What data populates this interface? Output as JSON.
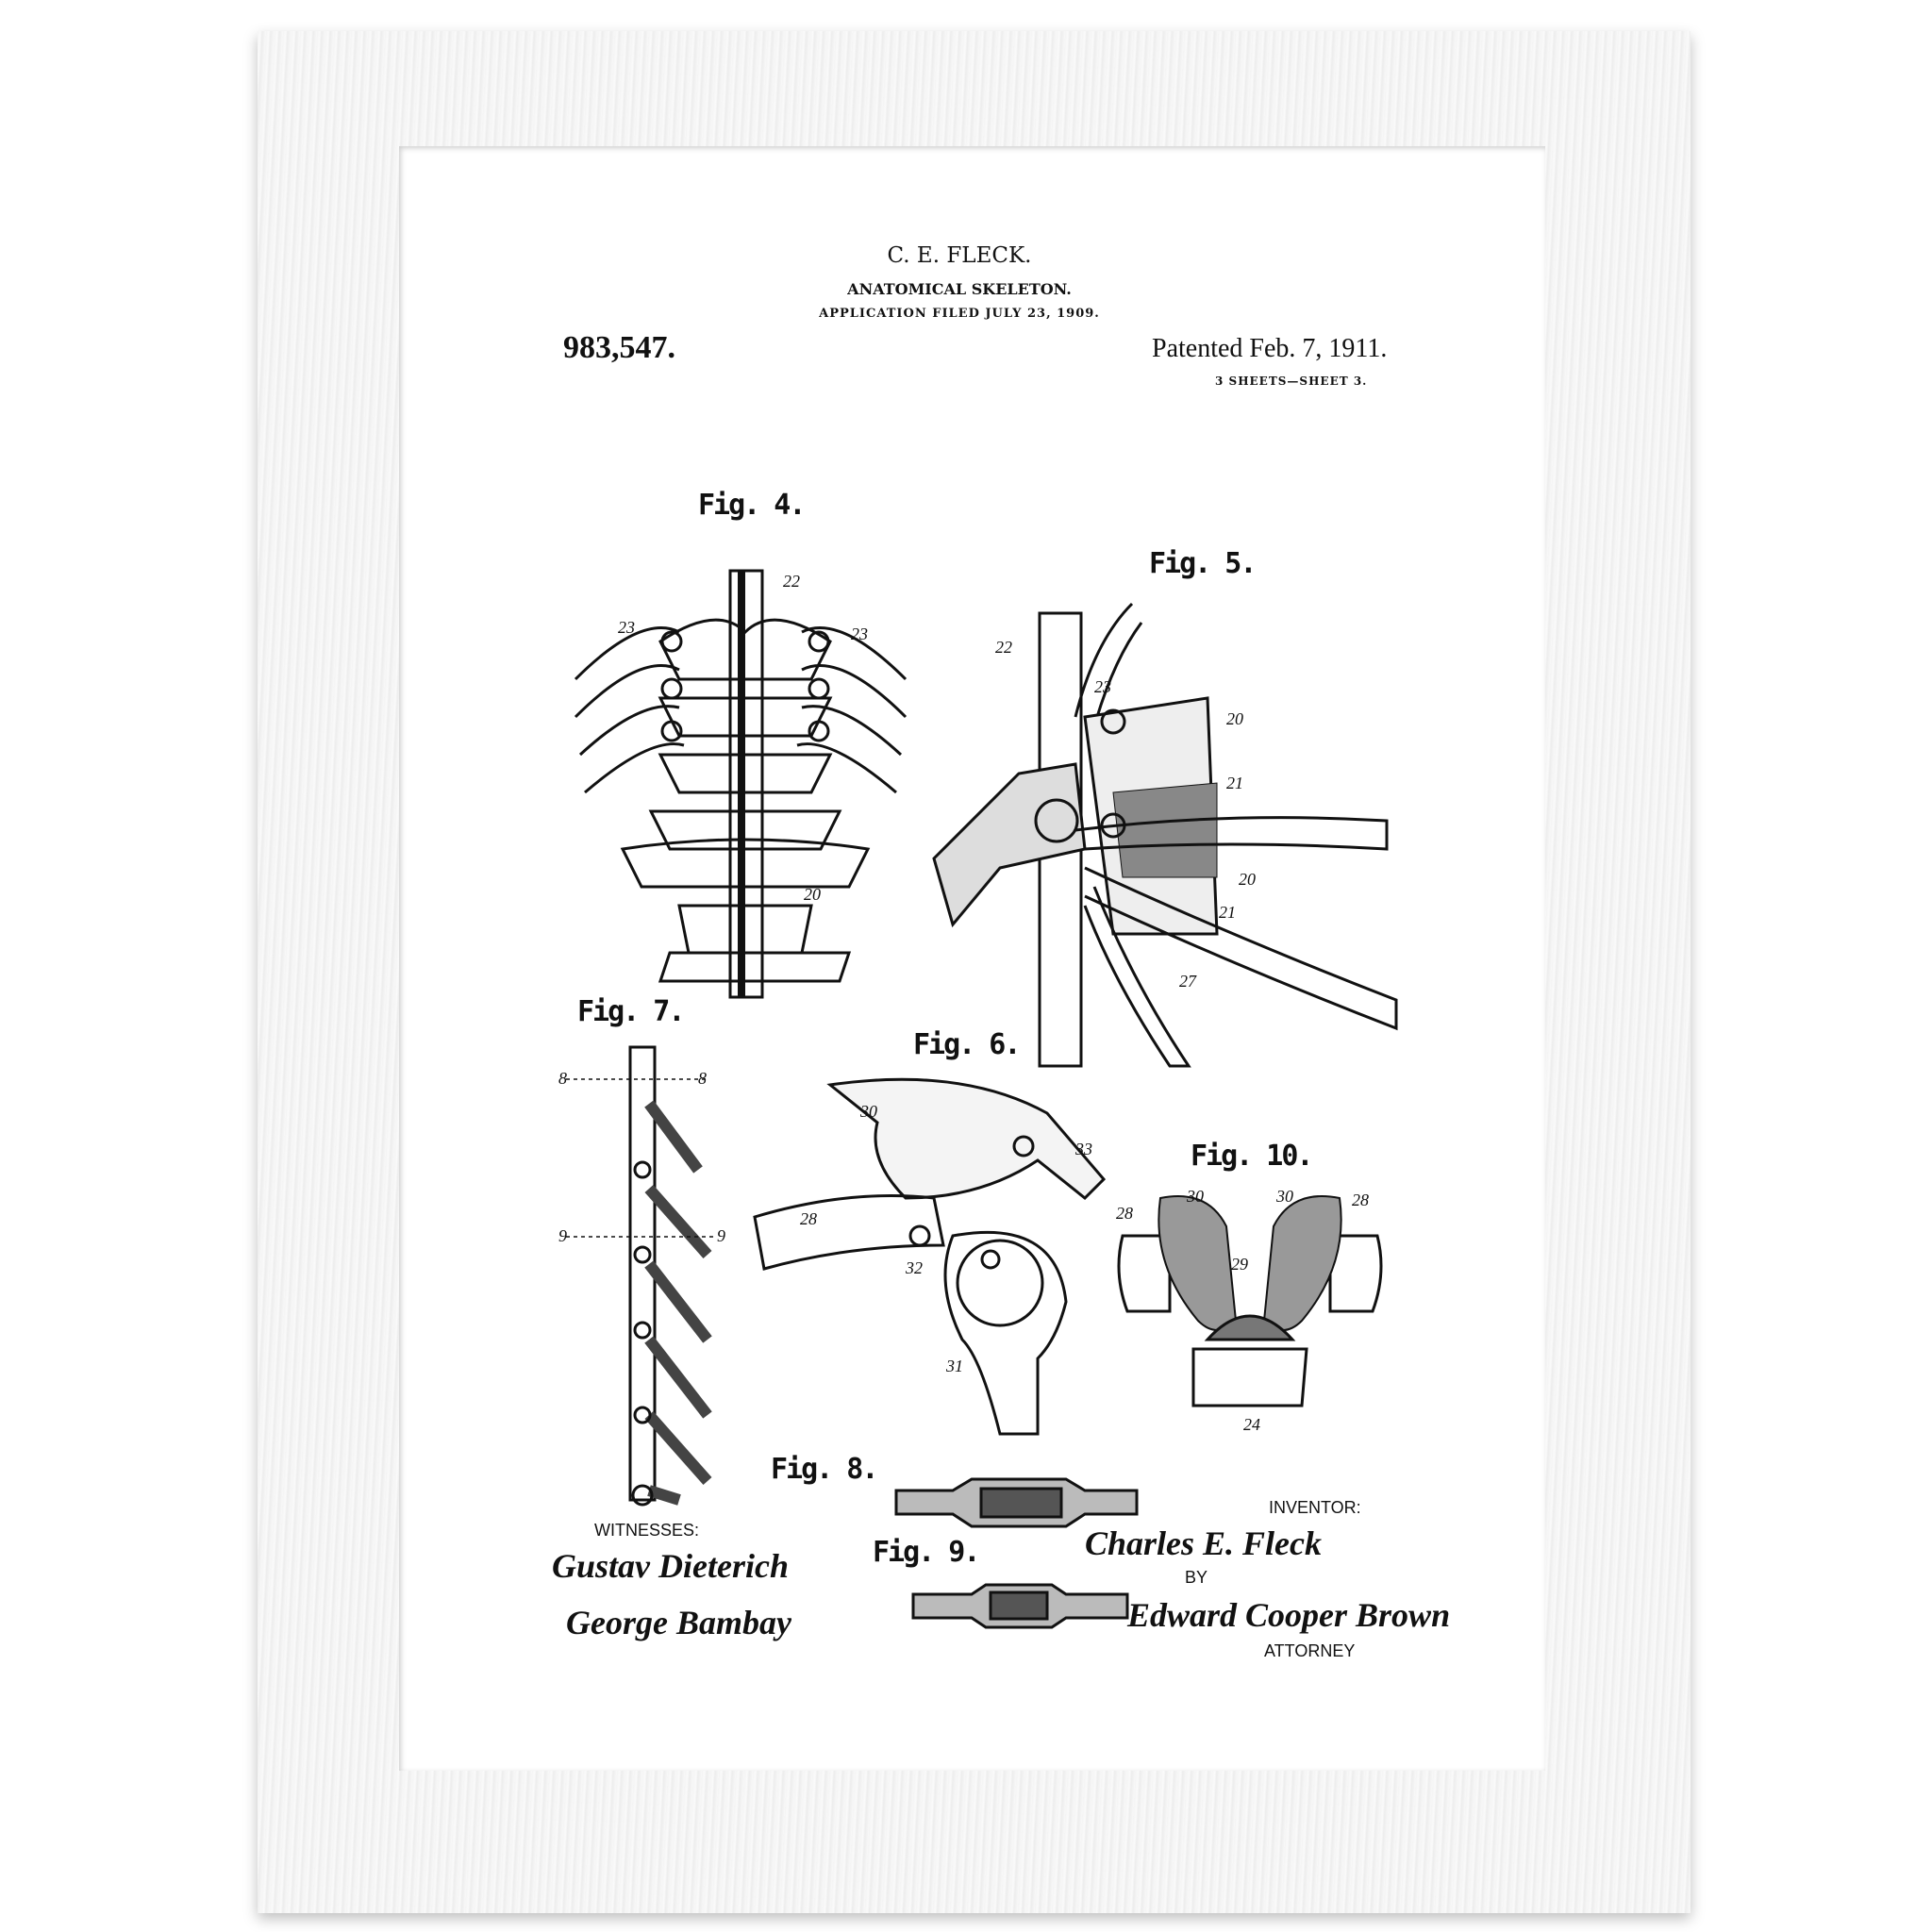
{
  "header": {
    "inventor": "C. E. FLECK.",
    "title": "ANATOMICAL SKELETON.",
    "filed": "APPLICATION FILED JULY 23, 1909.",
    "patent_number": "983,547.",
    "patented": "Patented Feb. 7, 1911.",
    "sheets": "3 SHEETS—SHEET 3."
  },
  "figures": {
    "fig4": "Fig. 4.",
    "fig5": "Fig. 5.",
    "fig6": "Fig. 6.",
    "fig7": "Fig. 7.",
    "fig8": "Fig. 8.",
    "fig9": "Fig. 9.",
    "fig10": "Fig. 10."
  },
  "refs": {
    "f4": [
      "22",
      "23",
      "23",
      "20"
    ],
    "f5": [
      "22",
      "23",
      "20",
      "21",
      "20",
      "21",
      "27"
    ],
    "f7": [
      "8",
      "8",
      "9",
      "9"
    ],
    "f6": [
      "30",
      "33",
      "28",
      "32",
      "31"
    ],
    "f10": [
      "30",
      "30",
      "28",
      "28",
      "29",
      "24"
    ]
  },
  "signatures": {
    "witnesses_label": "WITNESSES:",
    "witness1": "Gustav Dieterich",
    "witness2": "George Bambay",
    "inventor_label": "INVENTOR:",
    "inventor_sig": "Charles E. Fleck",
    "by": "BY",
    "attorney_sig": "Edward Cooper Brown",
    "attorney_label": "ATTORNEY"
  }
}
